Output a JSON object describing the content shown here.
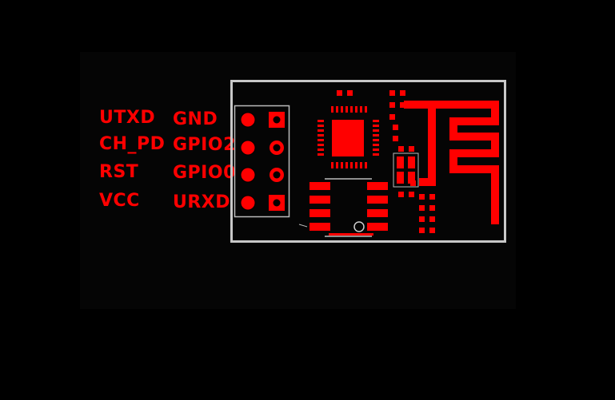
{
  "colors": {
    "background": "#000000",
    "copper": "#ff0000",
    "silkscreen": "#cccccc",
    "outline": "#c8c8c8"
  },
  "pin_labels": {
    "left": [
      "UTXD",
      "CH_PD",
      "RST",
      "VCC"
    ],
    "right": [
      "GND",
      "GPIO2",
      "GPIO0",
      "URXD"
    ]
  },
  "icons": {
    "antenna": "meander-antenna-icon",
    "mcu": "qfn-chip-icon",
    "flash": "soic8-chip-icon"
  }
}
